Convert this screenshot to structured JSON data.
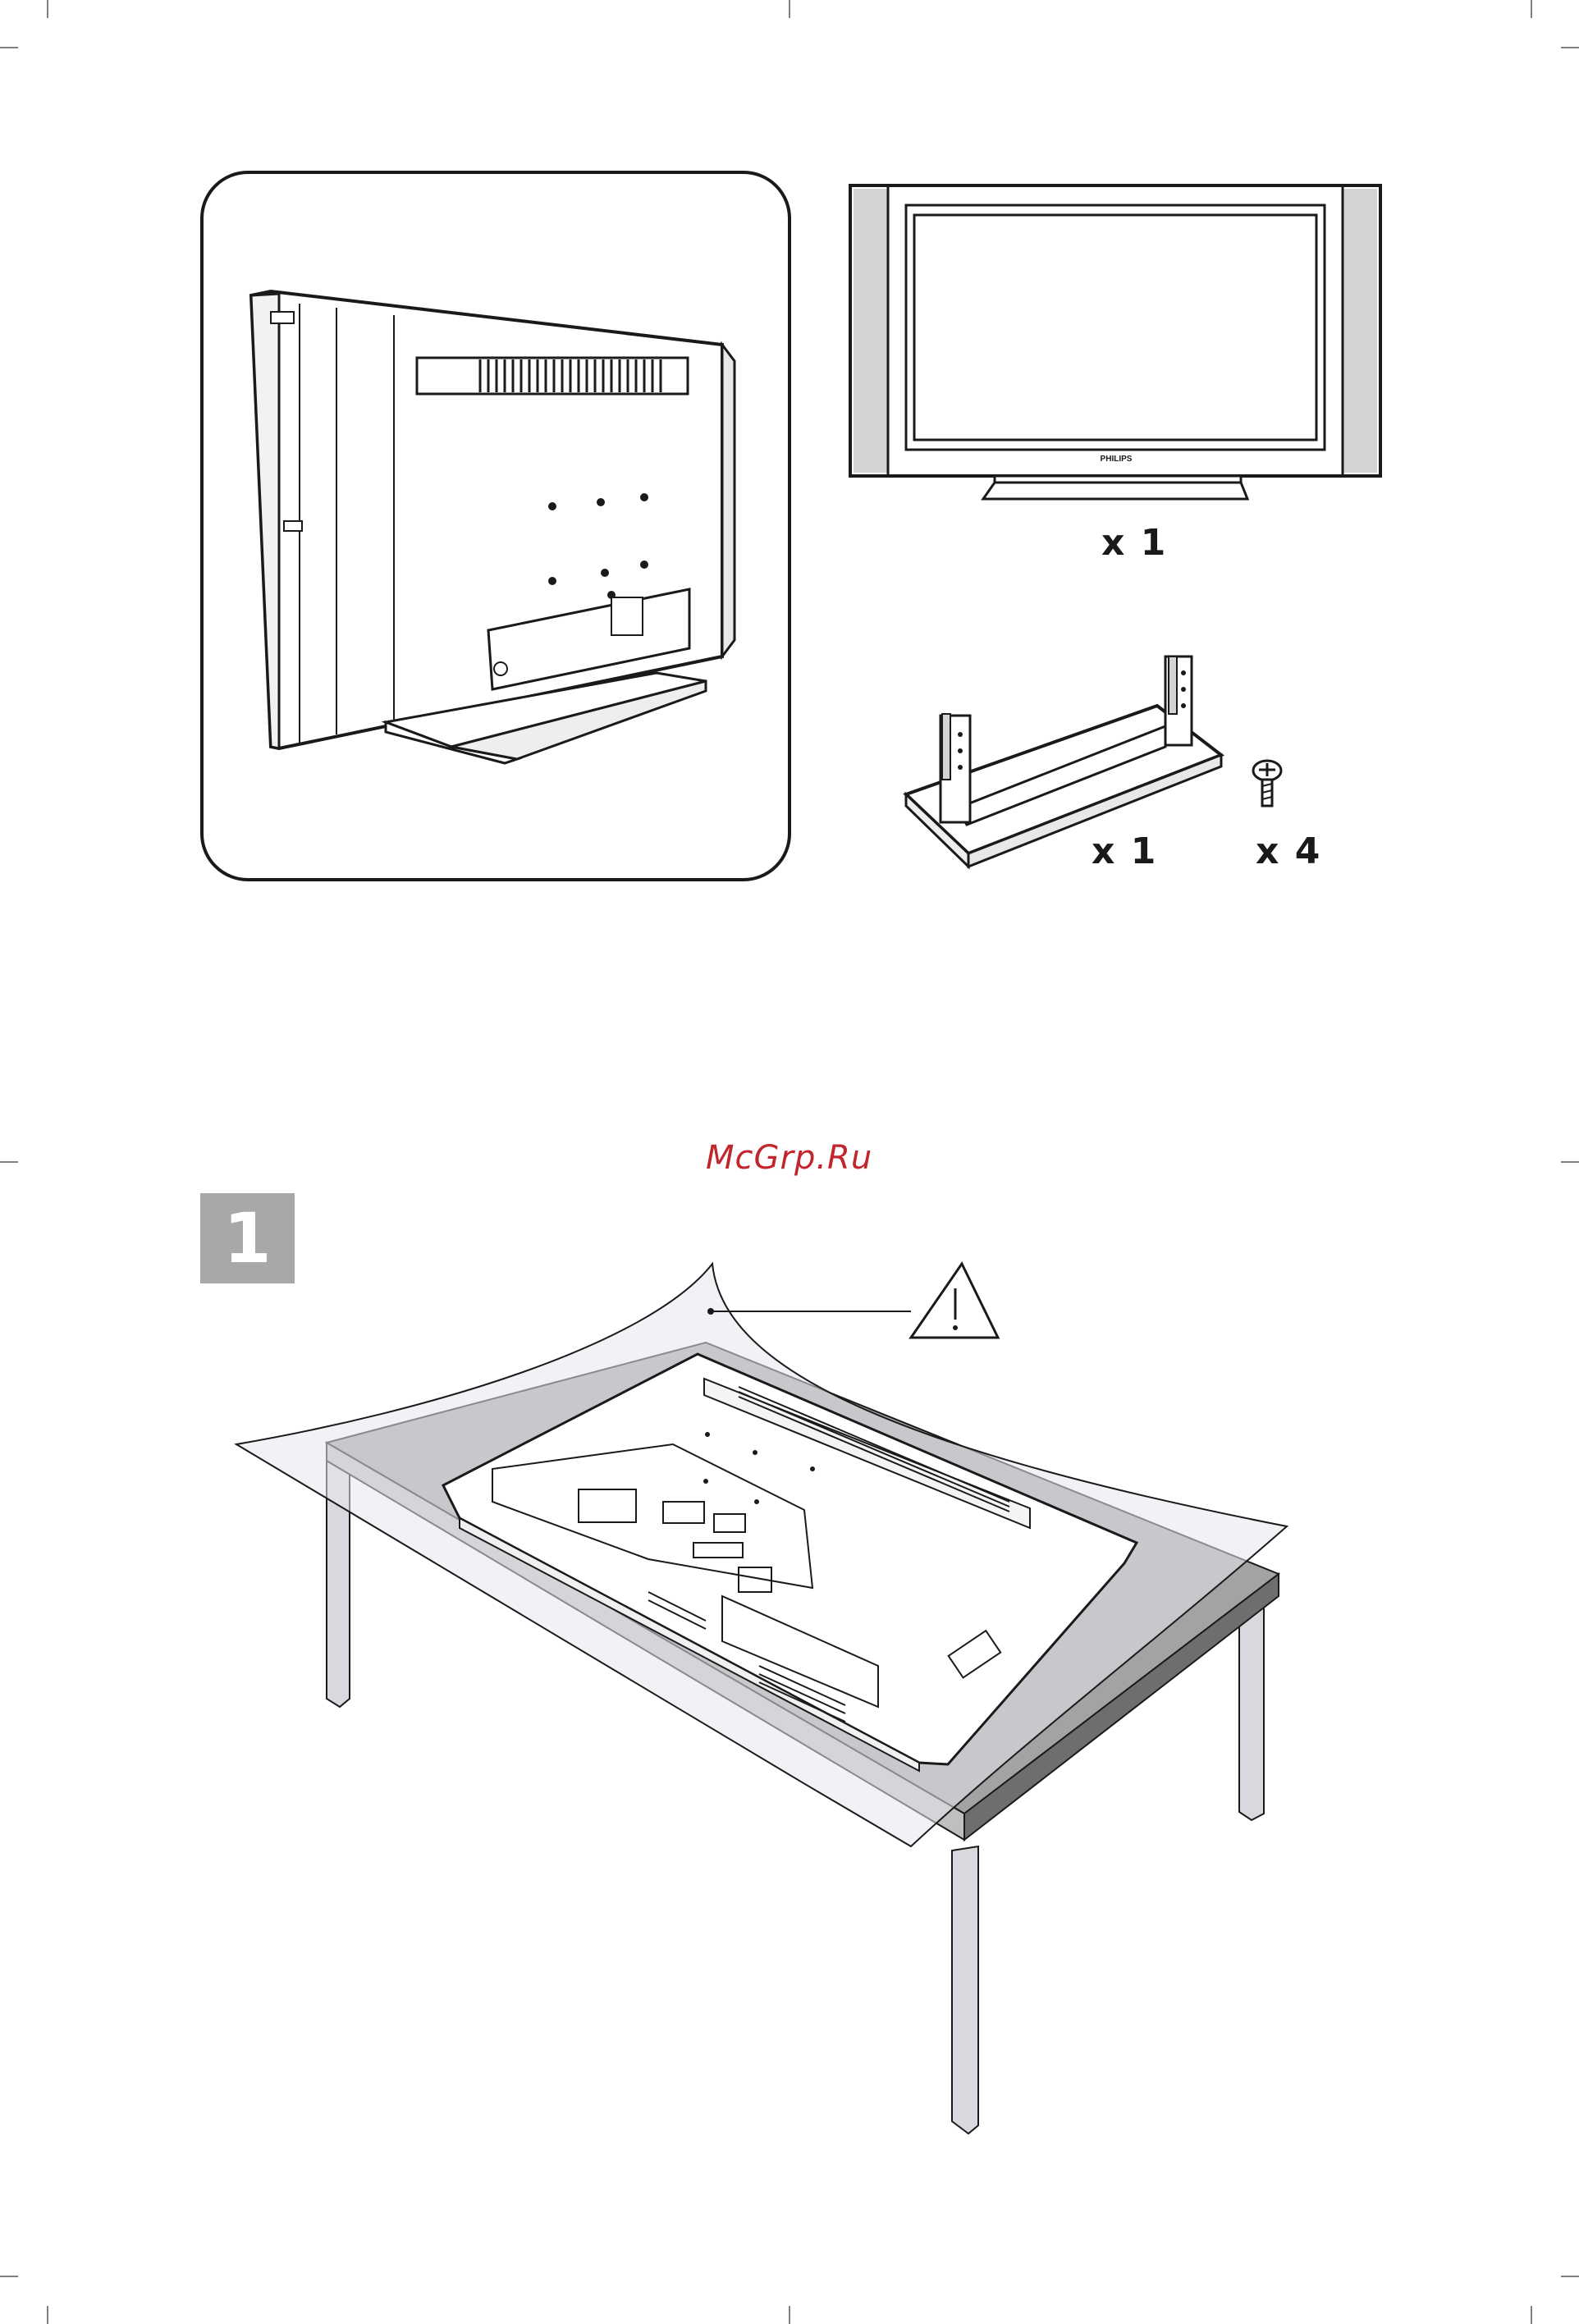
{
  "watermark": "McGrp.Ru",
  "step": {
    "number": "1"
  },
  "tv_front": {
    "brand": "PHILIPS",
    "quantity": "x 1"
  },
  "stand": {
    "quantity": "x 1"
  },
  "screw": {
    "quantity": "x 4"
  },
  "icons": {
    "warning": "warning-triangle-icon"
  },
  "colors": {
    "line": "#1a1a1a",
    "table_top": "#a3a3a3",
    "table_edge": "#6e6e6e",
    "legs": "#d7d9de",
    "badge": "#a8a8a8",
    "watermark": "#c0262c"
  }
}
